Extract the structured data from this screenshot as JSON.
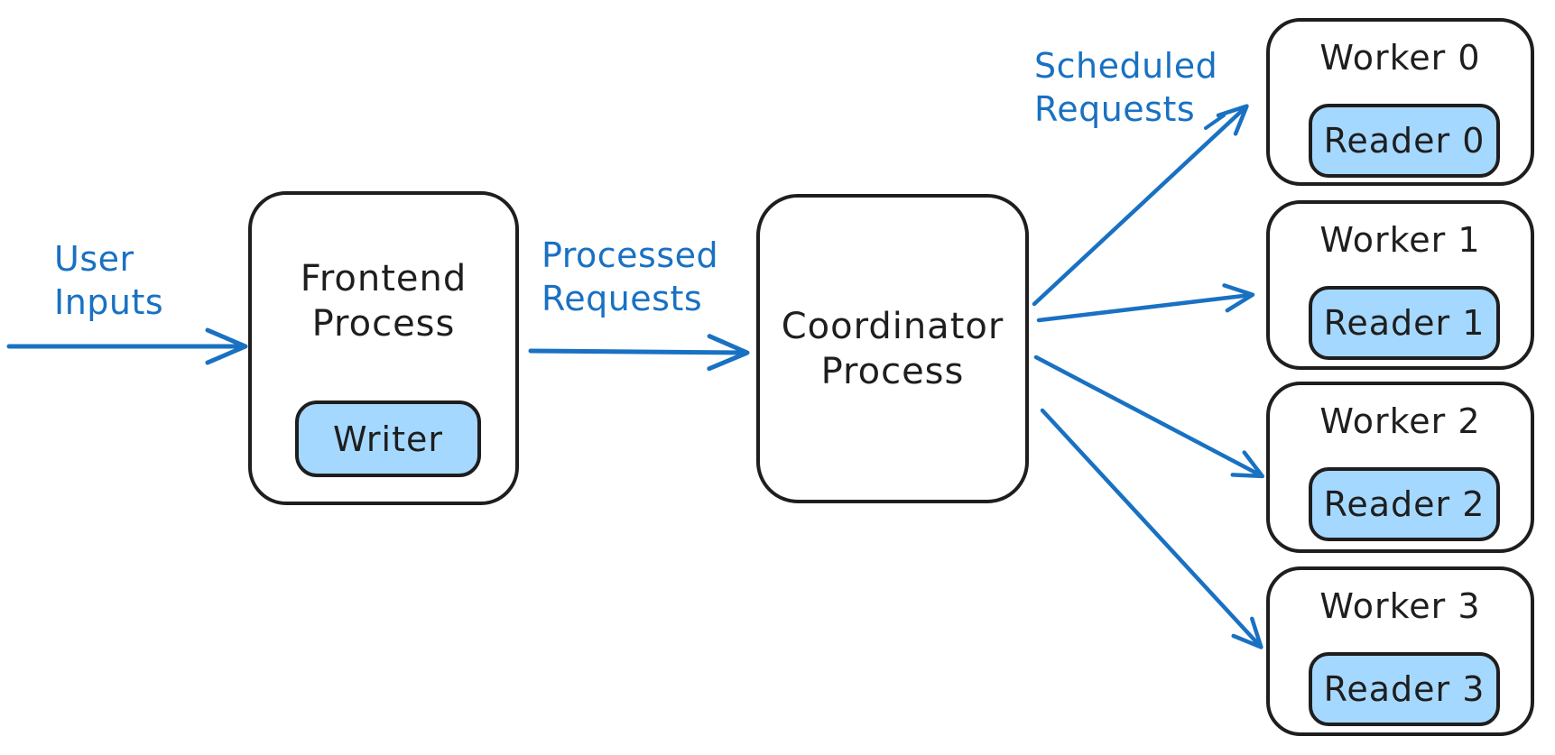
{
  "diagram": {
    "labels": {
      "user_inputs": "User\nInputs",
      "processed_requests": "Processed\nRequests",
      "scheduled_requests": "Scheduled\nRequests"
    },
    "nodes": {
      "frontend": {
        "title": "Frontend\nProcess",
        "writer": "Writer"
      },
      "coordinator": {
        "title": "Coordinator\nProcess"
      },
      "workers": [
        {
          "title": "Worker 0",
          "reader": "Reader 0"
        },
        {
          "title": "Worker 1",
          "reader": "Reader 1"
        },
        {
          "title": "Worker 2",
          "reader": "Reader 2"
        },
        {
          "title": "Worker 3",
          "reader": "Reader 3"
        }
      ]
    },
    "colors": {
      "stroke_black": "#1e1e1e",
      "accent_blue": "#1971c2",
      "node_fill_blue": "#a5d8ff",
      "background": "#ffffff"
    }
  }
}
